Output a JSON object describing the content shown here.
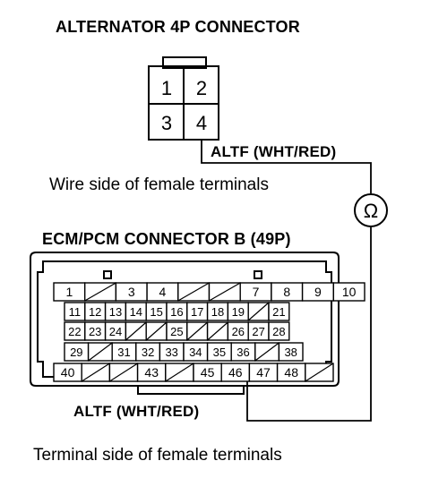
{
  "alternator": {
    "title": "ALTERNATOR 4P CONNECTOR",
    "pins": [
      "1",
      "2",
      "3",
      "4"
    ],
    "wire_label": "ALTF (WHT/RED)",
    "view_caption": "Wire side of female terminals"
  },
  "meter": {
    "symbol": "Ω"
  },
  "ecm": {
    "title": "ECM/PCM CONNECTOR B (49P)",
    "wire_label": "ALTF (WHT/RED)",
    "view_caption": "Terminal side of female terminals",
    "rows": [
      [
        "1",
        "",
        "3",
        "4",
        "",
        "",
        "7",
        "8",
        "9",
        "10"
      ],
      [
        "11",
        "12",
        "13",
        "14",
        "15",
        "16",
        "17",
        "18",
        "19",
        "",
        "21"
      ],
      [
        "22",
        "23",
        "24",
        "",
        "",
        "25",
        "",
        "",
        "26",
        "27",
        "28"
      ],
      [
        "29",
        "",
        "31",
        "32",
        "33",
        "34",
        "35",
        "36",
        "",
        "38"
      ],
      [
        "40",
        "",
        "",
        "43",
        "",
        "45",
        "46",
        "47",
        "48",
        ""
      ]
    ]
  }
}
